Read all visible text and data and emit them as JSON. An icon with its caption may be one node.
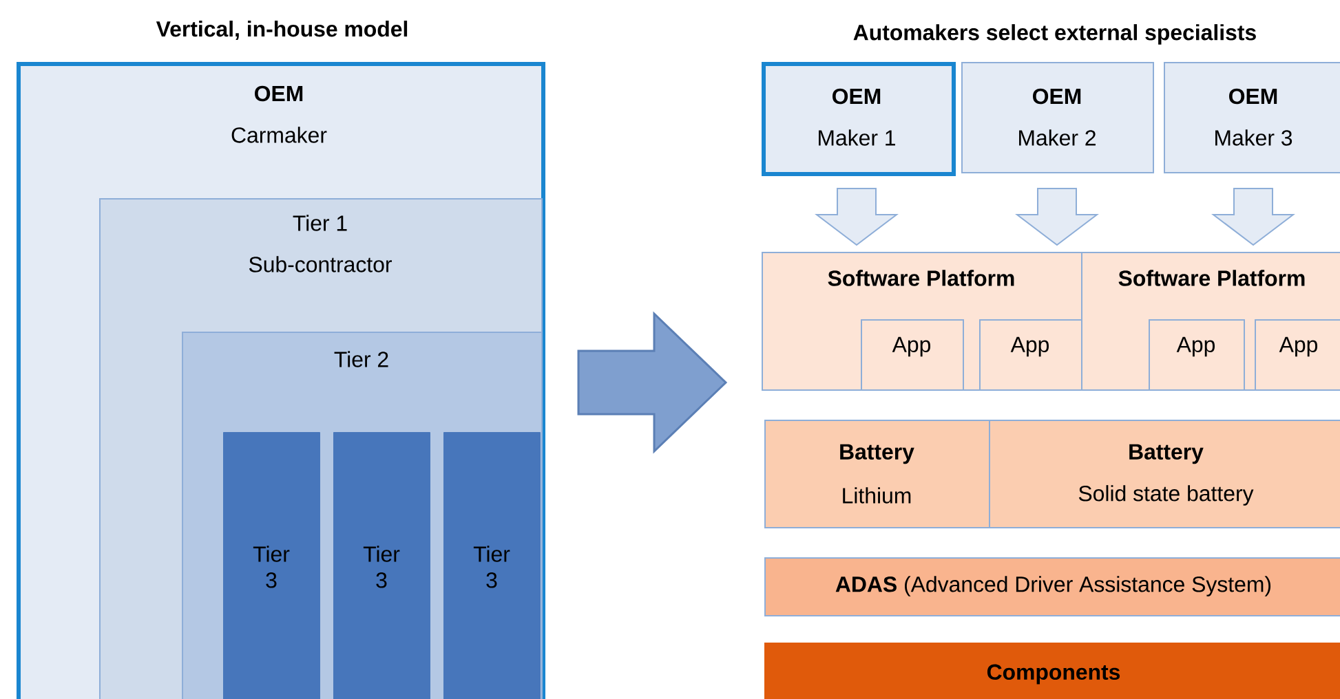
{
  "diagram": {
    "nodes": [
      {
        "text": [
          "OEM",
          "Carmaker"
        ]
      },
      {
        "text": [
          "Tier 1",
          "Sub-contractor"
        ],
        "in": 0
      },
      {
        "text": [
          "Tier 2"
        ],
        "in": 1
      },
      {
        "text": [
          "Tier 3"
        ],
        "in": 2
      },
      {
        "text": [
          "Tier 3"
        ],
        "in": 2
      },
      {
        "text": [
          "Tier 3"
        ],
        "in": 2
      },
      {
        "text": [
          "OEM",
          "Maker 1"
        ]
      },
      {
        "text": [
          "OEM",
          "Maker 2"
        ]
      },
      {
        "text": [
          "OEM",
          "Maker 3"
        ]
      },
      {
        "text": [
          "Software Platform"
        ]
      },
      {
        "text": [
          "App"
        ],
        "in": 9
      },
      {
        "text": [
          "App"
        ],
        "in": 9
      },
      {
        "text": [
          "Software Platform"
        ]
      },
      {
        "text": [
          "App"
        ],
        "in": 12
      },
      {
        "text": [
          "App"
        ],
        "in": 12
      },
      {
        "text": [
          "Battery",
          "Lithium"
        ]
      },
      {
        "text": [
          "Battery",
          "Solid state battery"
        ]
      },
      {
        "text": [
          "**ADAS** (Advanced Driver Assistance System)"
        ]
      },
      {
        "text": [
          "Components"
        ]
      }
    ],
    "edges": [
      {
        "from": 0,
        "to": null,
        "arrow": "to",
        "style": "thick"
      },
      {
        "from": 6,
        "to": 9,
        "arrow": "to"
      },
      {
        "from": 7,
        "to": 9,
        "arrow": "to"
      },
      {
        "from": 8,
        "to": 12,
        "arrow": "to"
      }
    ],
    "labels": [
      "Vertical, in-house model",
      "Automakers select external specialists"
    ]
  }
}
